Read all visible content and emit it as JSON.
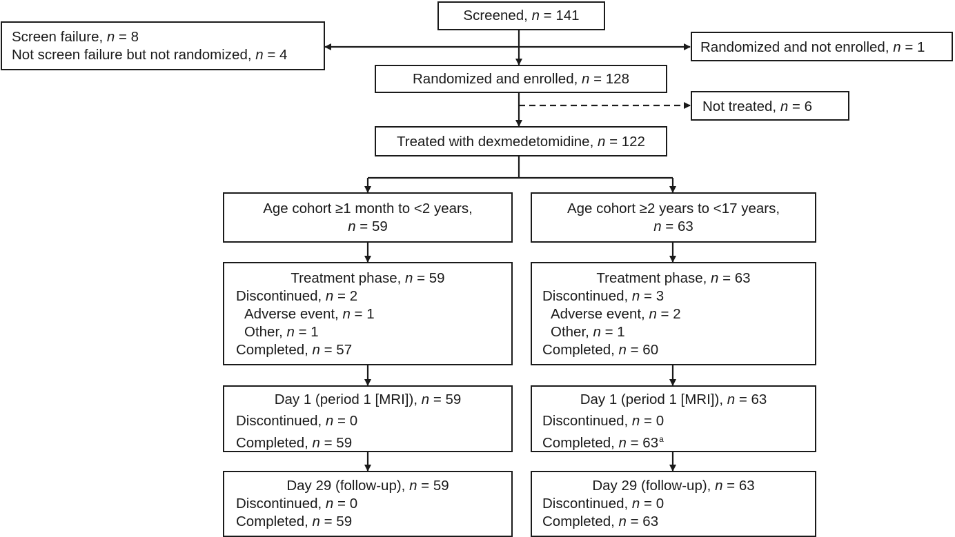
{
  "colors": {
    "line": "#1a1a1a",
    "box_border": "#1a1a1a",
    "background": "#ffffff"
  },
  "screened": {
    "pre": "Screened, ",
    "n": "n",
    "post": " = 141"
  },
  "excluded": {
    "l1": {
      "pre": "Screen failure, ",
      "n": "n",
      "post": " = 8"
    },
    "l2": {
      "pre": "Not screen failure but not randomized, ",
      "n": "n",
      "post": " = 4"
    }
  },
  "not_enrolled": {
    "pre": "Randomized and not enrolled, ",
    "n": "n",
    "post": " = 1"
  },
  "enrolled": {
    "pre": "Randomized and enrolled, ",
    "n": "n",
    "post": " = 128"
  },
  "not_treated": {
    "pre": "Not treated, ",
    "n": "n",
    "post": " = 6"
  },
  "treated": {
    "pre": "Treated with dexmedetomidine, ",
    "n": "n",
    "post": " = 122"
  },
  "cohorts": [
    {
      "title": "Age cohort ≥1 month to <2 years,",
      "count": {
        "n": "n",
        "post": " = 59"
      },
      "treatment": {
        "title": {
          "pre": "Treatment phase, ",
          "n": "n",
          "post": " = 59"
        },
        "discontinued": {
          "pre": "Discontinued, ",
          "n": "n",
          "post": " = 2"
        },
        "adverse": {
          "pre": "Adverse event, ",
          "n": "n",
          "post": " = 1"
        },
        "other": {
          "pre": "Other, ",
          "n": "n",
          "post": " = 1"
        },
        "completed": {
          "pre": "Completed, ",
          "n": "n",
          "post": " = 57"
        }
      },
      "day1": {
        "title": {
          "pre": "Day 1 (period 1 [MRI]), ",
          "n": "n",
          "post": " = 59"
        },
        "discontinued": {
          "pre": "Discontinued, ",
          "n": "n",
          "post": " = 0"
        },
        "completed": {
          "pre": "Completed, ",
          "n": "n",
          "post": " = 59",
          "sup": ""
        }
      },
      "day29": {
        "title": {
          "pre": "Day 29 (follow-up), ",
          "n": "n",
          "post": " = 59"
        },
        "discontinued": {
          "pre": "Discontinued, ",
          "n": "n",
          "post": " = 0"
        },
        "completed": {
          "pre": "Completed, ",
          "n": "n",
          "post": " = 59"
        }
      }
    },
    {
      "title": "Age cohort ≥2 years to <17 years,",
      "count": {
        "n": "n",
        "post": " = 63"
      },
      "treatment": {
        "title": {
          "pre": "Treatment phase, ",
          "n": "n",
          "post": " = 63"
        },
        "discontinued": {
          "pre": "Discontinued, ",
          "n": "n",
          "post": " = 3"
        },
        "adverse": {
          "pre": "Adverse event, ",
          "n": "n",
          "post": " = 2"
        },
        "other": {
          "pre": "Other, ",
          "n": "n",
          "post": " = 1"
        },
        "completed": {
          "pre": "Completed, ",
          "n": "n",
          "post": " = 60"
        }
      },
      "day1": {
        "title": {
          "pre": "Day 1 (period 1 [MRI]), ",
          "n": "n",
          "post": " = 63"
        },
        "discontinued": {
          "pre": "Discontinued, ",
          "n": "n",
          "post": " = 0"
        },
        "completed": {
          "pre": "Completed, ",
          "n": "n",
          "post": " = 63",
          "sup": "a"
        }
      },
      "day29": {
        "title": {
          "pre": "Day 29 (follow-up), ",
          "n": "n",
          "post": " = 63"
        },
        "discontinued": {
          "pre": "Discontinued, ",
          "n": "n",
          "post": " = 0"
        },
        "completed": {
          "pre": "Completed, ",
          "n": "n",
          "post": " = 63"
        }
      }
    }
  ]
}
